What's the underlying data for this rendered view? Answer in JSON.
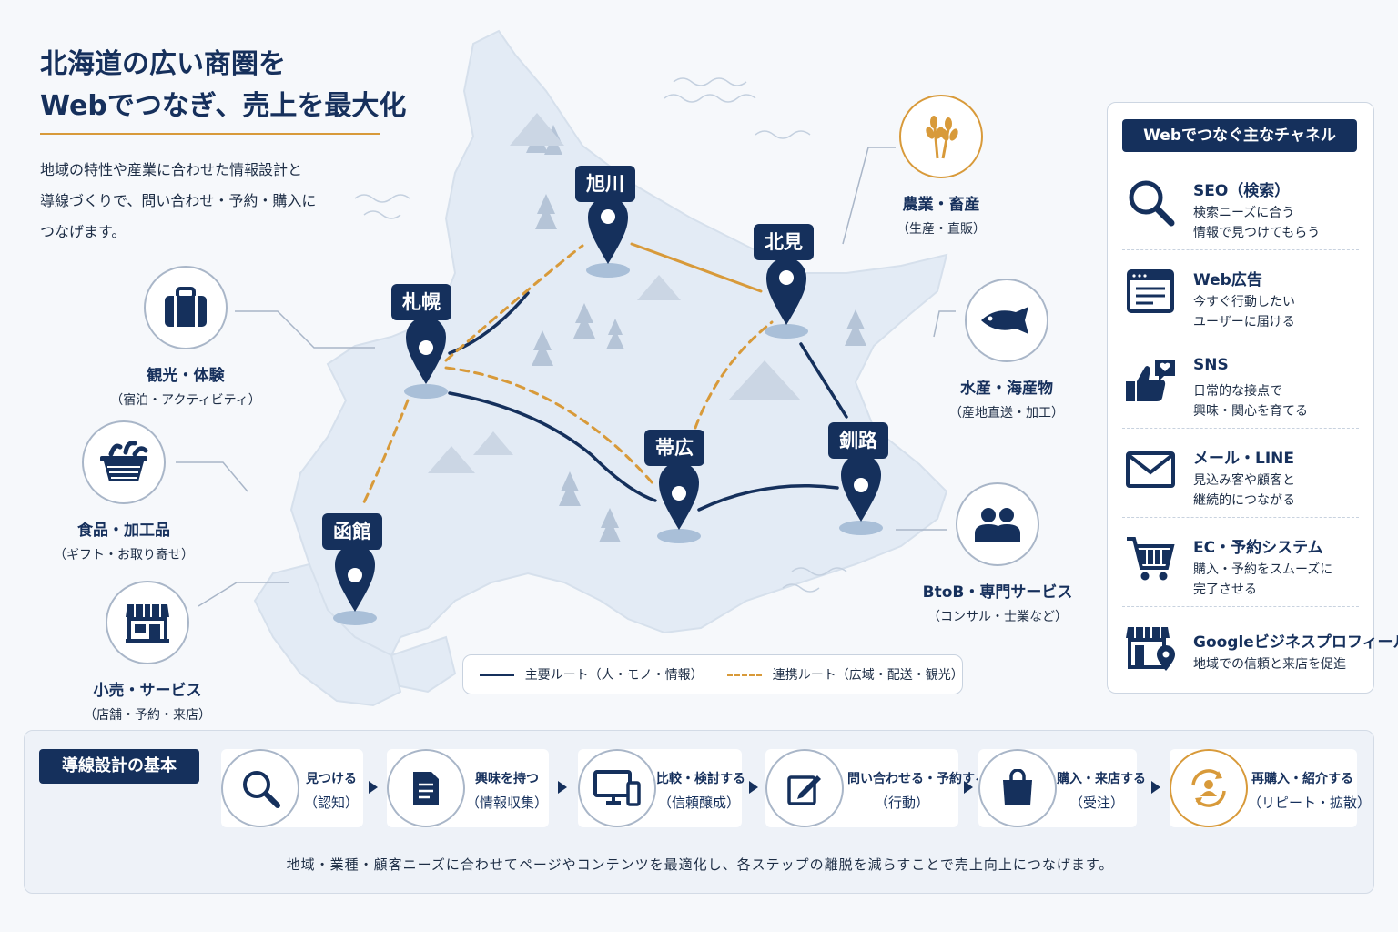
{
  "headline": {
    "line1": "北海道の広い商圏を",
    "line2": "Webでつなぎ、売上を最大化"
  },
  "intro": {
    "line1": "地域の特性や産業に合わせた情報設計と",
    "line2": "導線づくりで、問い合わせ・予約・購入に",
    "line3": "つなげます。"
  },
  "cities": {
    "asahikawa": "旭川",
    "kitami": "北見",
    "sapporo": "札幌",
    "obihiro": "帯広",
    "kushiro": "釧路",
    "hakodate": "函館"
  },
  "industries": {
    "tourism": {
      "title": "観光・体験",
      "sub": "（宿泊・アクティビティ）"
    },
    "food": {
      "title": "食品・加工品",
      "sub": "（ギフト・お取り寄せ）"
    },
    "retail": {
      "title": "小売・サービス",
      "sub": "（店舗・予約・来店）"
    },
    "agri": {
      "title": "農業・畜産",
      "sub": "（生産・直販）"
    },
    "marine": {
      "title": "水産・海産物",
      "sub": "（産地直送・加工）"
    },
    "btob": {
      "title": "BtoB・専門サービス",
      "sub": "（コンサル・士業など）"
    }
  },
  "legend": {
    "main": "主要ルート（人・モノ・情報）",
    "link": "連携ルート（広域・配送・観光）"
  },
  "channels": {
    "header": "Webでつなぐ主なチャネル",
    "items": [
      {
        "title": "SEO（検索）",
        "d1": "検索ニーズに合う",
        "d2": "情報で見つけてもらう",
        "icon": "search-icon"
      },
      {
        "title": "Web広告",
        "d1": "今すぐ行動したい",
        "d2": "ユーザーに届ける",
        "icon": "browser-ad-icon"
      },
      {
        "title": "SNS",
        "d1": "日常的な接点で",
        "d2": "興味・関心を育てる",
        "icon": "thumbs-up-heart-icon"
      },
      {
        "title": "メール・LINE",
        "d1": "見込み客や顧客と",
        "d2": "継続的につながる",
        "icon": "envelope-icon"
      },
      {
        "title": "EC・予約システム",
        "d1": "購入・予約をスムーズに",
        "d2": "完了させる",
        "icon": "cart-icon"
      },
      {
        "title": "Googleビジネスプロフィール",
        "d1": "地域での信頼と来店を促進",
        "d2": "",
        "icon": "storefront-pin-icon"
      }
    ]
  },
  "funnel": {
    "header": "導線設計の基本",
    "steps": [
      {
        "a": "見つける",
        "b": "（認知）",
        "icon": "search-icon"
      },
      {
        "a": "興味を持つ",
        "b": "（情報収集）",
        "icon": "document-icon"
      },
      {
        "a": "比較・検討する",
        "b": "（信頼醸成）",
        "icon": "devices-icon"
      },
      {
        "a": "問い合わせる・予約する",
        "b": "（行動）",
        "icon": "edit-icon"
      },
      {
        "a": "購入・来店する",
        "b": "（受注）",
        "icon": "shopping-bag-icon"
      },
      {
        "a": "再購入・紹介する",
        "b": "（リピート・拡散）",
        "icon": "repeat-user-icon"
      }
    ],
    "note": "地域・業種・顧客ニーズに合わせてページやコンテンツを最適化し、各ステップの離脱を減らすことで売上向上につなげます。"
  },
  "colors": {
    "navy": "#15305c",
    "gold": "#d89a3a",
    "map": "#e3ebf5",
    "bg": "#f6f8fb"
  }
}
